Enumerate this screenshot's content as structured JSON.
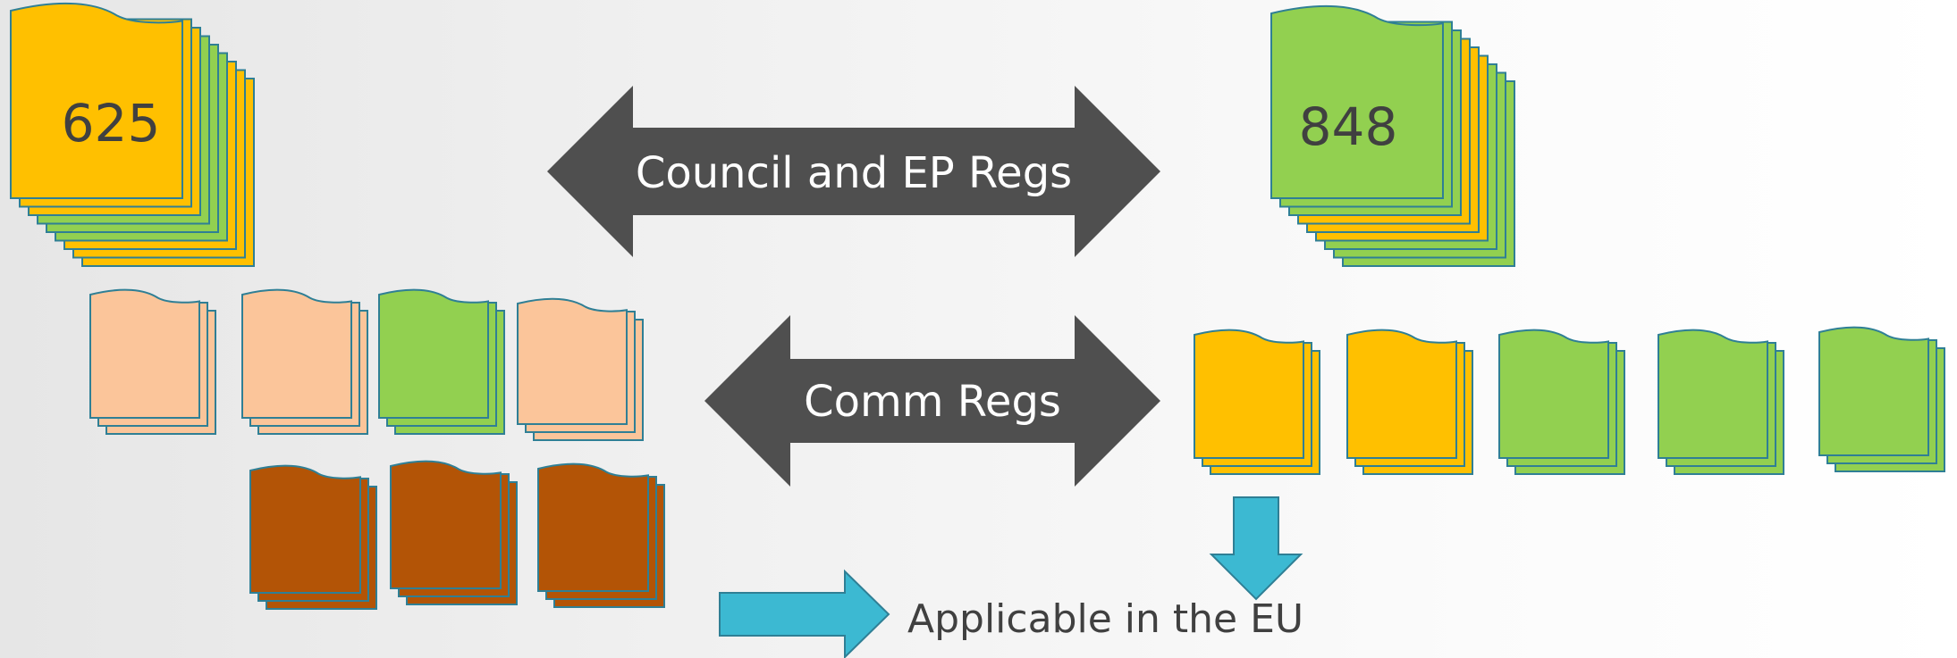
{
  "left_group": {
    "count_label": "625",
    "colors": {
      "primary": "#FFC000",
      "secondary": "#92D050"
    }
  },
  "right_group": {
    "count_label": "848",
    "colors": {
      "primary": "#92D050",
      "secondary": "#FFC000"
    }
  },
  "arrows": {
    "council": {
      "label": "Council and EP Regs",
      "color": "#4F4F4F",
      "text_color": "#FFFFFF"
    },
    "comm": {
      "label": "Comm Regs",
      "color": "#4F4F4F",
      "text_color": "#FFFFFF"
    }
  },
  "legend": {
    "label": "Applicable in the EU",
    "arrow_color": "#3CB9D2"
  },
  "colors": {
    "orange": "#FFC000",
    "green": "#92D050",
    "peach": "#FBC59A",
    "brown": "#B35406",
    "outline": "#2F7F95",
    "number_text": "#404040",
    "legend_text": "#404040"
  }
}
